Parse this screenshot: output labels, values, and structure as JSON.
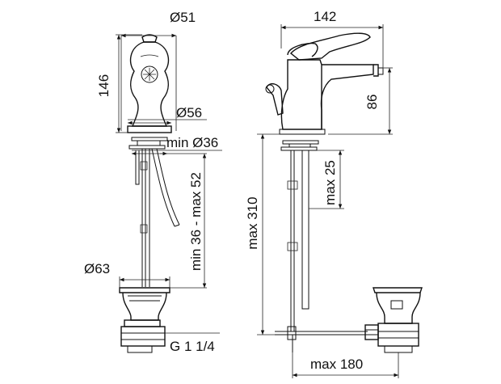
{
  "dimensions": {
    "d51": "Ø51",
    "h146": "146",
    "d56": "Ø56",
    "min36": "min Ø36",
    "range36_52": "min 36 - max 52",
    "d63": "Ø63",
    "g114": "G 1 1/4",
    "w142": "142",
    "h86": "86",
    "max25": "max 25",
    "max310": "max 310",
    "max180": "max 180"
  }
}
